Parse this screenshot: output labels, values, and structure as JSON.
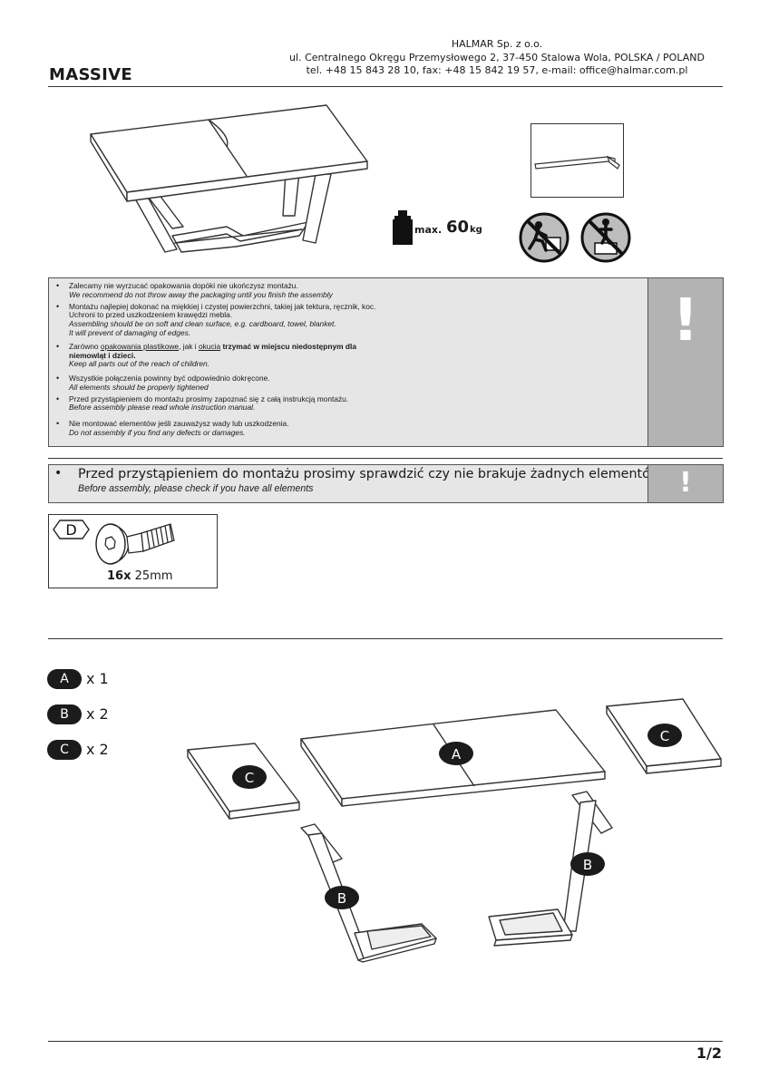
{
  "header": {
    "company_lines": [
      "HALMAR Sp. z o.o.",
      "ul. Centralnego Okręgu Przemysłowego 2, 37-450 Stalowa Wola, POLSKA / POLAND",
      "tel. +48 15 843 28 10, fax: +48 15 842 19 57, e-mail: office@halmar.com.pl"
    ],
    "product_name": "MASSIVE"
  },
  "load": {
    "prefix": "max.",
    "value": "60",
    "unit": "kg"
  },
  "icons": {
    "weight": "weight-icon",
    "tool": "allen-key-icon",
    "no_climb": "no-climbing-icon",
    "no_stand": "no-standing-icon",
    "warning": "exclamation-icon"
  },
  "warnings": [
    {
      "pl": "Zalecamy nie wyrzucać opakowania dopóki nie ukończysz montażu.",
      "en": "We recommend do not throw away the packaging until you finish the assembly"
    },
    {
      "pl_lines": [
        "Montażu najlepiej dokonać na miękkiej i czystej powierzchni, takiej jak tektura, ręcznik, koc.",
        "Uchroni to przed uszkodzeniem krawędzi mebla."
      ],
      "en_lines": [
        "Assembling should be on soft and clean surface, e.g. cardboard, towel, blanket.",
        "It will prevent of damaging of edges."
      ]
    },
    {
      "pl_parts": [
        "Zarówno ",
        "opakowania plastikowe",
        ", jak i ",
        "okucia",
        " trzymać w miejscu niedostępnym dla",
        "niemowląt i dzieci."
      ],
      "en": "Keep all parts out of the reach of children."
    },
    {
      "pl": "Wszystkie połączenia powinny być odpowiednio dokręcone.",
      "en": "All elements should be properly tightened"
    },
    {
      "pl": "Przed przystąpieniem do montażu prosimy zapoznać się z całą instrukcją montażu.",
      "en": "Before assembly please read whole instruction manual."
    },
    {
      "pl": "Nie montować elementów jeśli zauważysz wady lub uszkodzenia.",
      "en": "Do not assembly if you find any defects or damages."
    }
  ],
  "warning_mark": "!",
  "check": {
    "bullet": "•",
    "pl": "Przed przystąpieniem do montażu prosimy sprawdzić czy nie brakuje żadnych elementów.",
    "en": "Before assembly, please check if you have all elements",
    "mark": "!"
  },
  "hardware": {
    "label": "D",
    "qty": "16x",
    "size": "25mm"
  },
  "parts": [
    {
      "label": "A",
      "count": "x 1"
    },
    {
      "label": "B",
      "count": "x 2"
    },
    {
      "label": "C",
      "count": "x 2"
    }
  ],
  "diagram_labels": {
    "top": "A",
    "leg": "B",
    "leaf": "C"
  },
  "page_number": "1/2"
}
